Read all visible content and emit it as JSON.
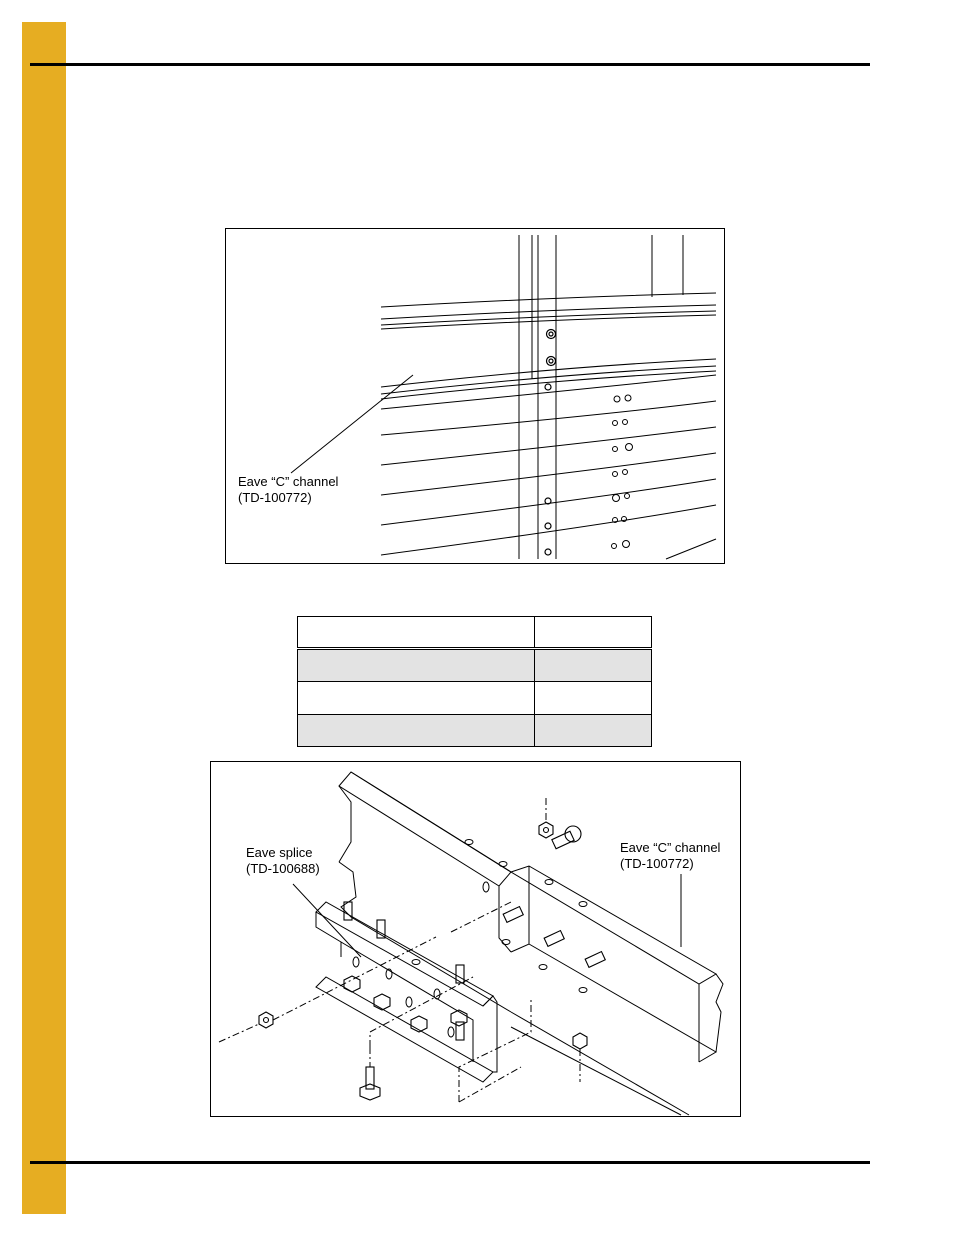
{
  "figure_top": {
    "callout": {
      "line1": "Eave “C” channel",
      "line2": "(TD-100772)"
    }
  },
  "parts_table": {
    "header": [
      "",
      ""
    ],
    "rows": [
      [
        "",
        ""
      ],
      [
        "",
        ""
      ],
      [
        "",
        ""
      ]
    ]
  },
  "figure_bottom": {
    "callout_splice": {
      "line1": "Eave splice",
      "line2": "(TD-100688)"
    },
    "callout_channel": {
      "line1": "Eave “C” channel",
      "line2": "(TD-100772)"
    }
  },
  "colors": {
    "side_tab": "#e6ad22",
    "table_shade": "#e3e3e3"
  }
}
